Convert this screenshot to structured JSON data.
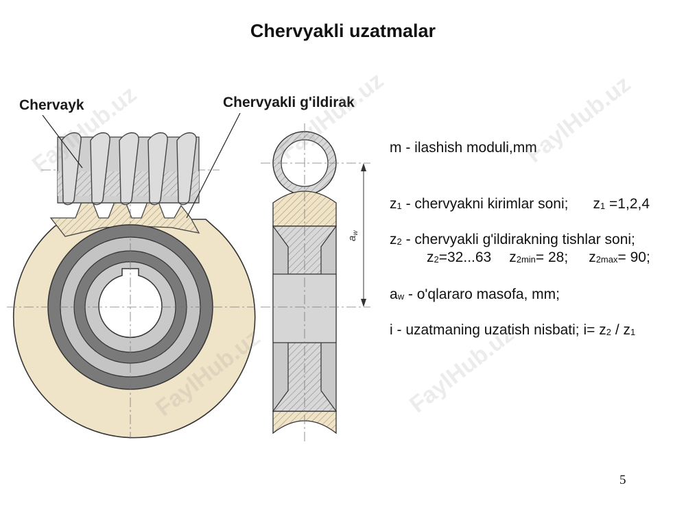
{
  "title": "Chervyakli uzatmalar",
  "labels": {
    "worm": "Chervayk",
    "wheel": "Chervyakli g'ildirak",
    "axis_distance": "a",
    "axis_distance_sub": "w"
  },
  "legend": {
    "m": {
      "text": "m - ilashish moduli,mm"
    },
    "z1": {
      "sym": "z",
      "sub": "1",
      "text": " - chervyakni kirimlar soni;",
      "val_sym": "z",
      "val_sub": "1",
      "val": " =1,2,4"
    },
    "z2": {
      "sym": "z",
      "sub": "2",
      "text": " - chervyakli g'ildirakning tishlar soni;"
    },
    "z2_values": {
      "a_sym": "z",
      "a_sub": "2",
      "a_val": "=32...63",
      "b_sym": "z",
      "b_sub": "2min",
      "b_val": "= 28;",
      "c_sym": "z",
      "c_sub": "2max",
      "c_val": "= 90;"
    },
    "aw": {
      "sym": "a",
      "sub": "w",
      "text": " - o'qlararo masofa, mm;"
    },
    "i": {
      "text": "i - uzatmaning uzatish nisbati;  i= z",
      "sub1": "2",
      "mid": " / z",
      "sub2": "1"
    }
  },
  "page_number": "5",
  "watermark": "FaylHub.uz",
  "colors": {
    "bronze": "#efe3c8",
    "steel": "#c4c4c4",
    "dark": "#6e6e6e",
    "hatch": "#8a7c66"
  }
}
